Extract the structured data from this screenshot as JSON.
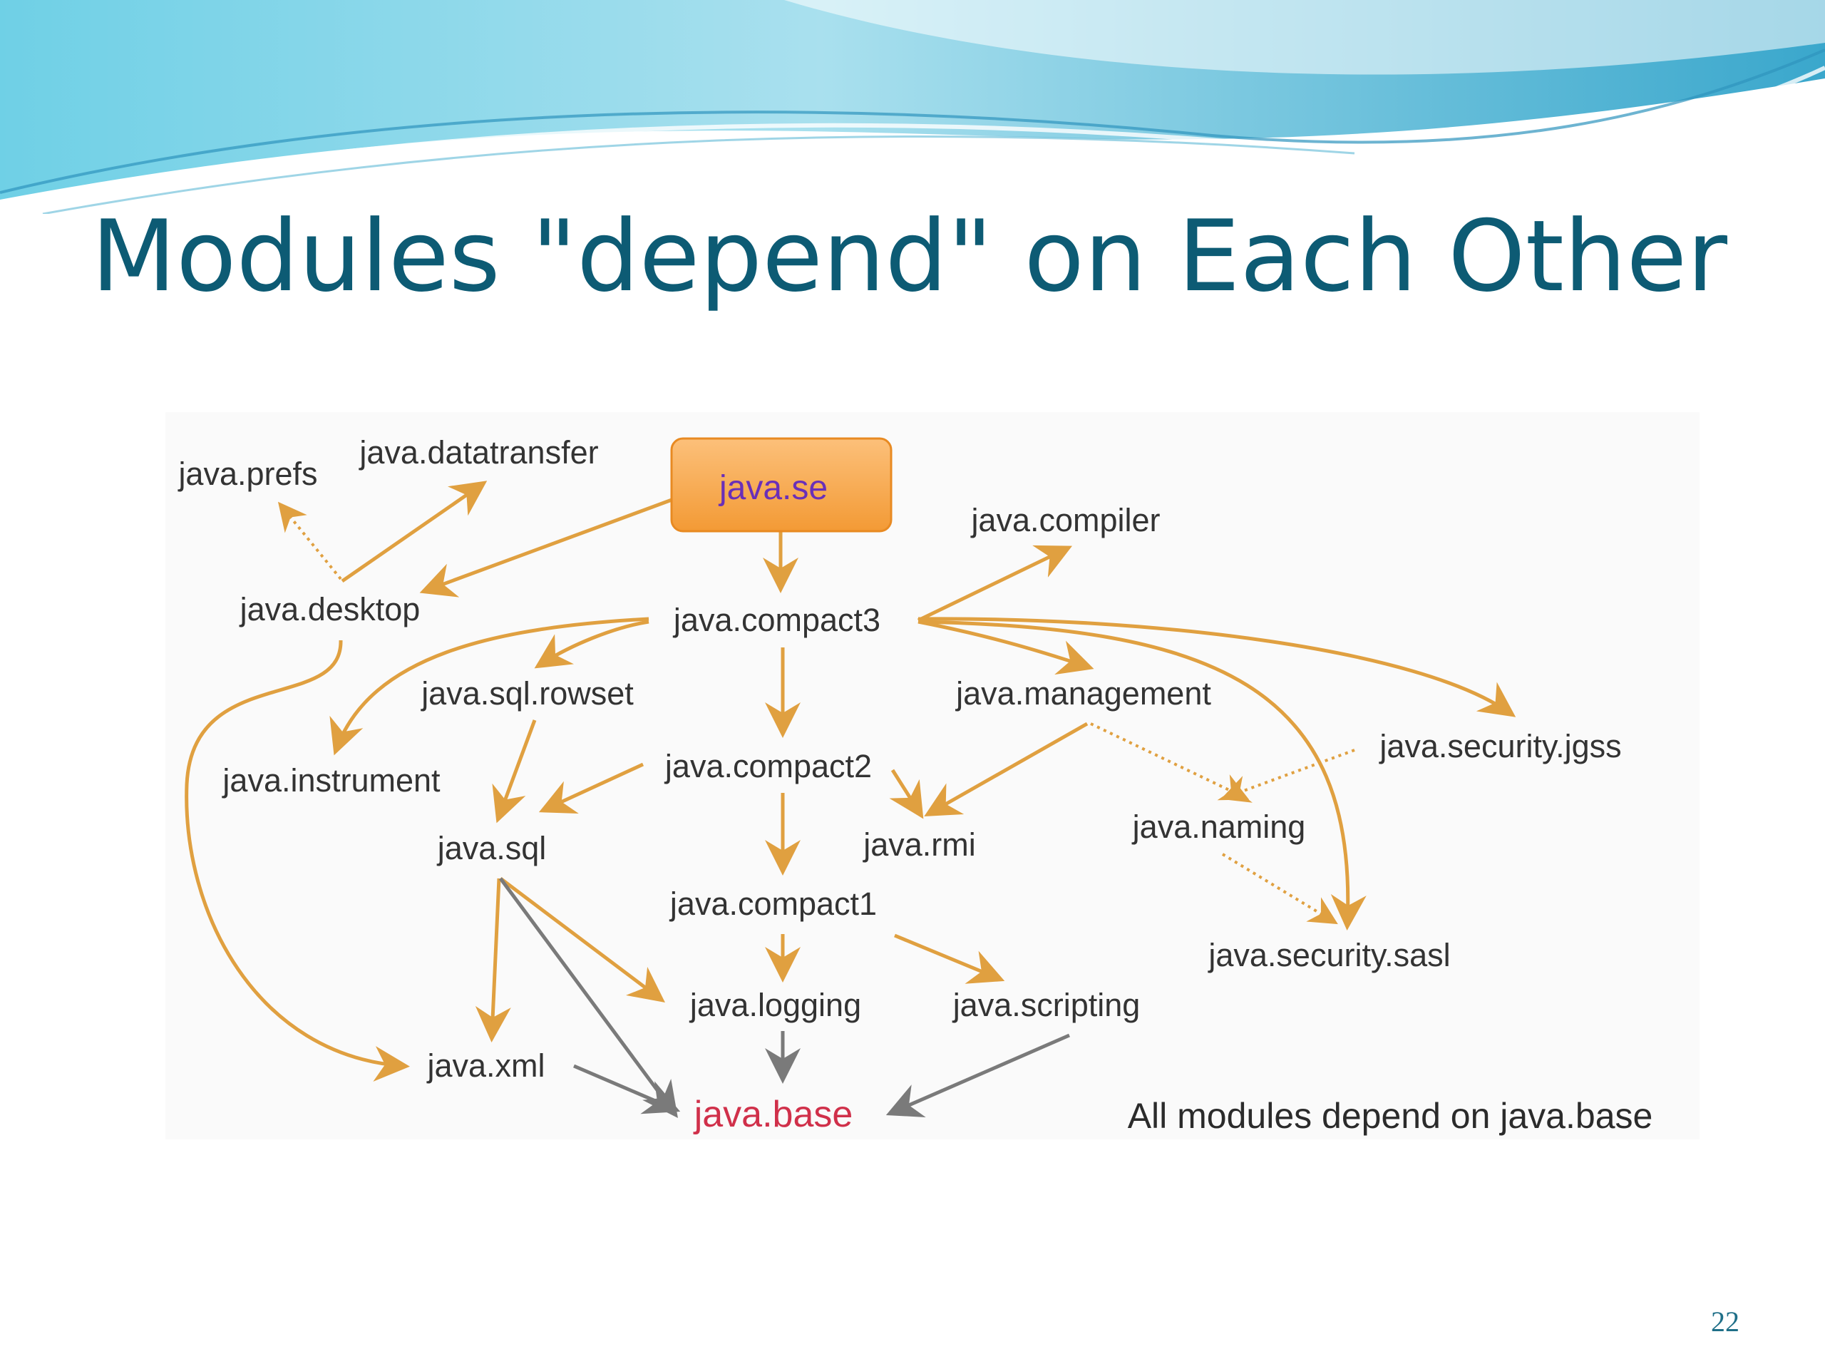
{
  "slide": {
    "title": "Modules \"depend\" on Each Other",
    "page_number": "22",
    "colors": {
      "title": "#0d5b74",
      "banner_light": "#cdeef5",
      "banner_mid": "#79cfe3",
      "banner_dark": "#1f8fb5"
    }
  },
  "diagram": {
    "colors": {
      "arrow": "#e0a040",
      "gray_arrow": "#7a7a7a",
      "root_box": "#f7a545",
      "root_text": "#6a2fb8",
      "base_text": "#d0304a"
    },
    "nodes": {
      "java_se": "java.se",
      "java_prefs": "java.prefs",
      "java_datatransfer": "java.datatransfer",
      "java_compiler": "java.compiler",
      "java_desktop": "java.desktop",
      "java_compact3": "java.compact3",
      "java_sql_rowset": "java.sql.rowset",
      "java_management": "java.management",
      "java_instrument": "java.instrument",
      "java_compact2": "java.compact2",
      "java_security_jgss": "java.security.jgss",
      "java_sql": "java.sql",
      "java_rmi": "java.rmi",
      "java_naming": "java.naming",
      "java_compact1": "java.compact1",
      "java_security_sasl": "java.security.sasl",
      "java_logging": "java.logging",
      "java_scripting": "java.scripting",
      "java_xml": "java.xml",
      "java_base": "java.base"
    },
    "note": "All modules depend on java.base"
  }
}
